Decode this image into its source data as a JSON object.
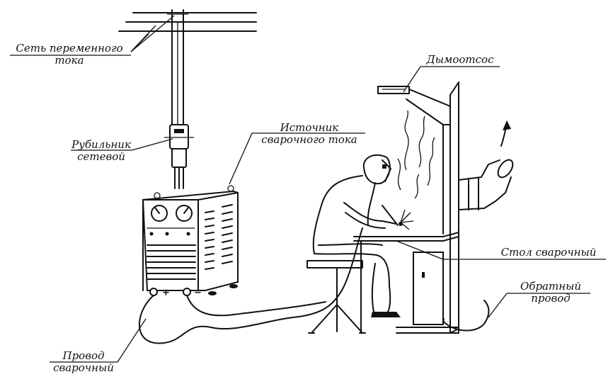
{
  "labels": {
    "mains": {
      "line1": "Сеть переменного",
      "line2": "тока"
    },
    "switch": {
      "line1": "Рубильник",
      "line2": "сетевой"
    },
    "source": {
      "line1": "Источник",
      "line2": "сварочного тока"
    },
    "fume": "Дымоотсос",
    "table": "Стол сварочный",
    "return_wire": {
      "line1": "Обратный",
      "line2": "провод"
    },
    "weld_wire": {
      "line1": "Провод",
      "line2": "сварочный"
    }
  },
  "terminals": {
    "plus": "+",
    "minus": "−"
  }
}
